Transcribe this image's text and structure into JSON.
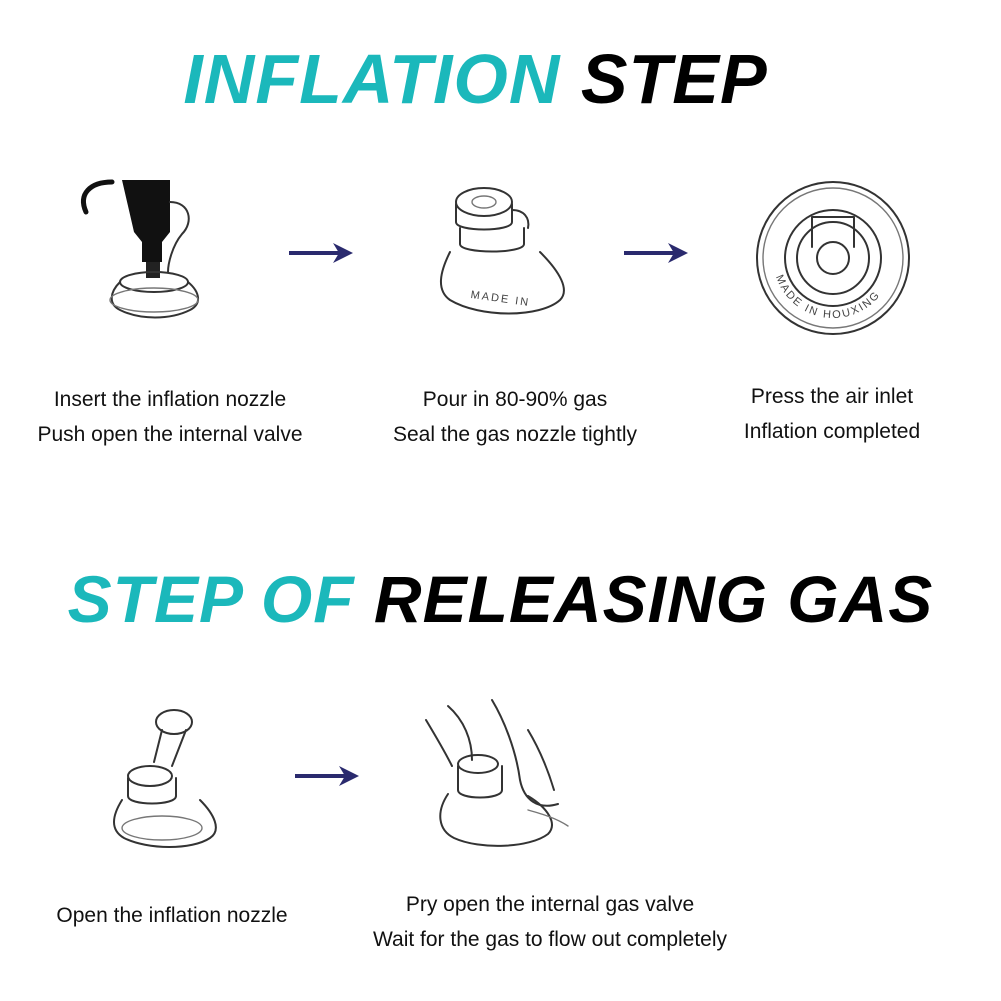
{
  "sections": {
    "inflation": {
      "title_accent": "INFLATION",
      "title_dark": "STEP",
      "steps": [
        {
          "line1": "Insert the inflation nozzle",
          "line2": "Push open the internal valve"
        },
        {
          "line1": "Pour in 80-90% gas",
          "line2": "Seal the gas nozzle tightly"
        },
        {
          "line1": "Press the air inlet",
          "line2": "Inflation completed"
        }
      ]
    },
    "release": {
      "title_accent": "STEP OF",
      "title_dark": "RELEASING GAS",
      "steps": [
        {
          "line1": "Open the inflation nozzle"
        },
        {
          "line1": "Pry open the internal gas valve",
          "line2": "Wait for the gas to flow out completely"
        }
      ]
    }
  },
  "valve_text": "MADE IN HOUXING",
  "colors": {
    "accent": "#1bb8bb",
    "arrow": "#2a2a6e",
    "title_dark": "#000000"
  },
  "icons": [
    "arrow-right-icon",
    "arrow-right-icon",
    "arrow-right-icon"
  ]
}
